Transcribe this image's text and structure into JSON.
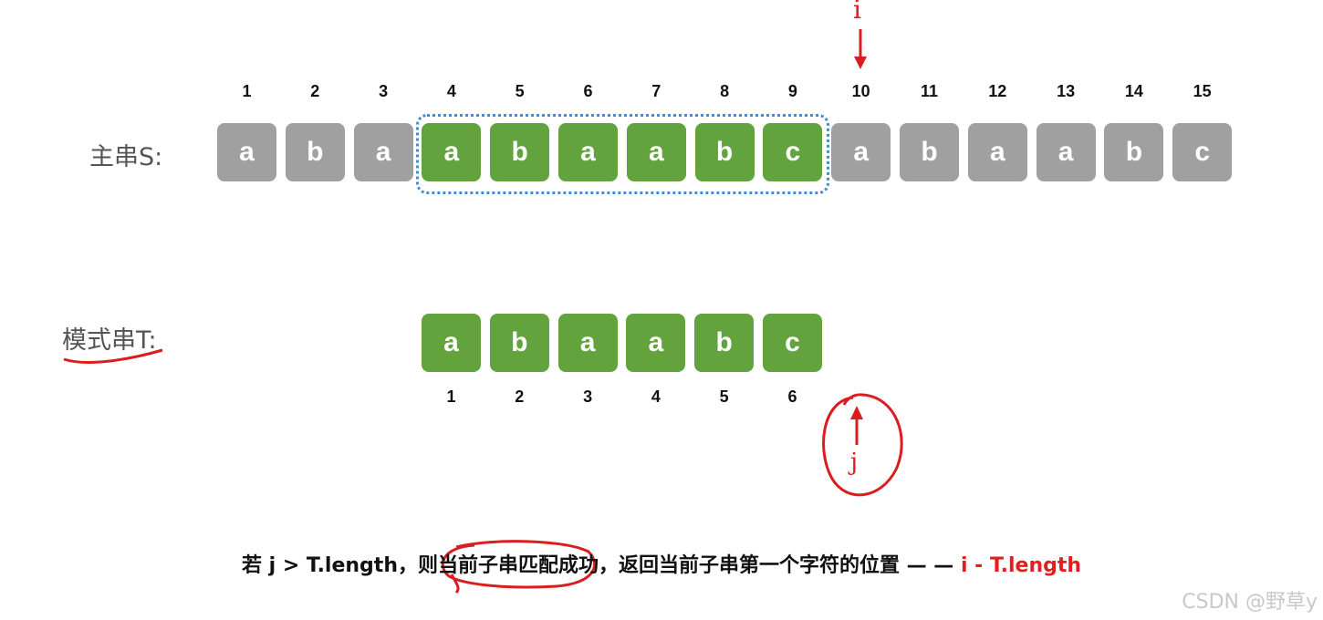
{
  "main_string": {
    "label": "主串S:",
    "chars": [
      "a",
      "b",
      "a",
      "a",
      "b",
      "a",
      "a",
      "b",
      "c",
      "a",
      "b",
      "a",
      "a",
      "b",
      "c"
    ],
    "indices": [
      "1",
      "2",
      "3",
      "4",
      "5",
      "6",
      "7",
      "8",
      "9",
      "10",
      "11",
      "12",
      "13",
      "14",
      "15"
    ],
    "highlighted_range": [
      4,
      9
    ]
  },
  "pattern_string": {
    "label": "模式串T:",
    "chars": [
      "a",
      "b",
      "a",
      "a",
      "b",
      "c"
    ],
    "indices": [
      "1",
      "2",
      "3",
      "4",
      "5",
      "6"
    ]
  },
  "pointers": {
    "i": "i",
    "j": "j"
  },
  "caption": {
    "main": "若 j > T.length，则当前子串匹配成功，返回当前子串第一个字符的位置 — — ",
    "formula": "i - T.length"
  },
  "watermark": "CSDN @野草y",
  "colors": {
    "matched": "#62a33e",
    "unmatched": "#a0a0a0",
    "annotation": "#d81e1e",
    "dotted": "#4a8ac9"
  }
}
